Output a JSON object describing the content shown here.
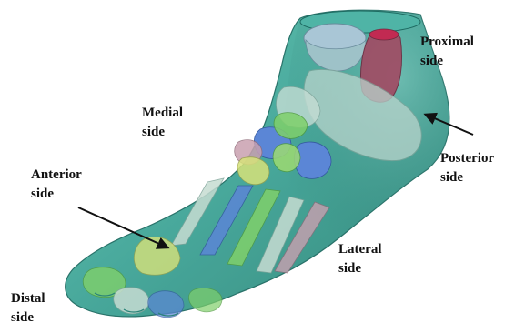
{
  "colors": {
    "skin": "#3fa496",
    "skin_dark": "#22766d",
    "bone_pale": "#b9d4cc",
    "bone_blue": "#5b86d6",
    "bone_green": "#7fd06b",
    "bone_pink": "#c9a0b0",
    "bone_yellow": "#d7e27a",
    "talus_top": "#a9c6d6",
    "calcaneus_red": "#a24a63",
    "arrow": "#111111"
  },
  "labels": {
    "proximal": {
      "line1": "Proximal",
      "line2": "side"
    },
    "medial": {
      "line1": "Medial",
      "line2": "side"
    },
    "posterior": {
      "line1": "Posterior",
      "line2": "side"
    },
    "anterior": {
      "line1": "Anterior",
      "line2": "side"
    },
    "lateral": {
      "line1": "Lateral",
      "line2": "side"
    },
    "distal": {
      "line1": "Distal",
      "line2": "side"
    }
  }
}
